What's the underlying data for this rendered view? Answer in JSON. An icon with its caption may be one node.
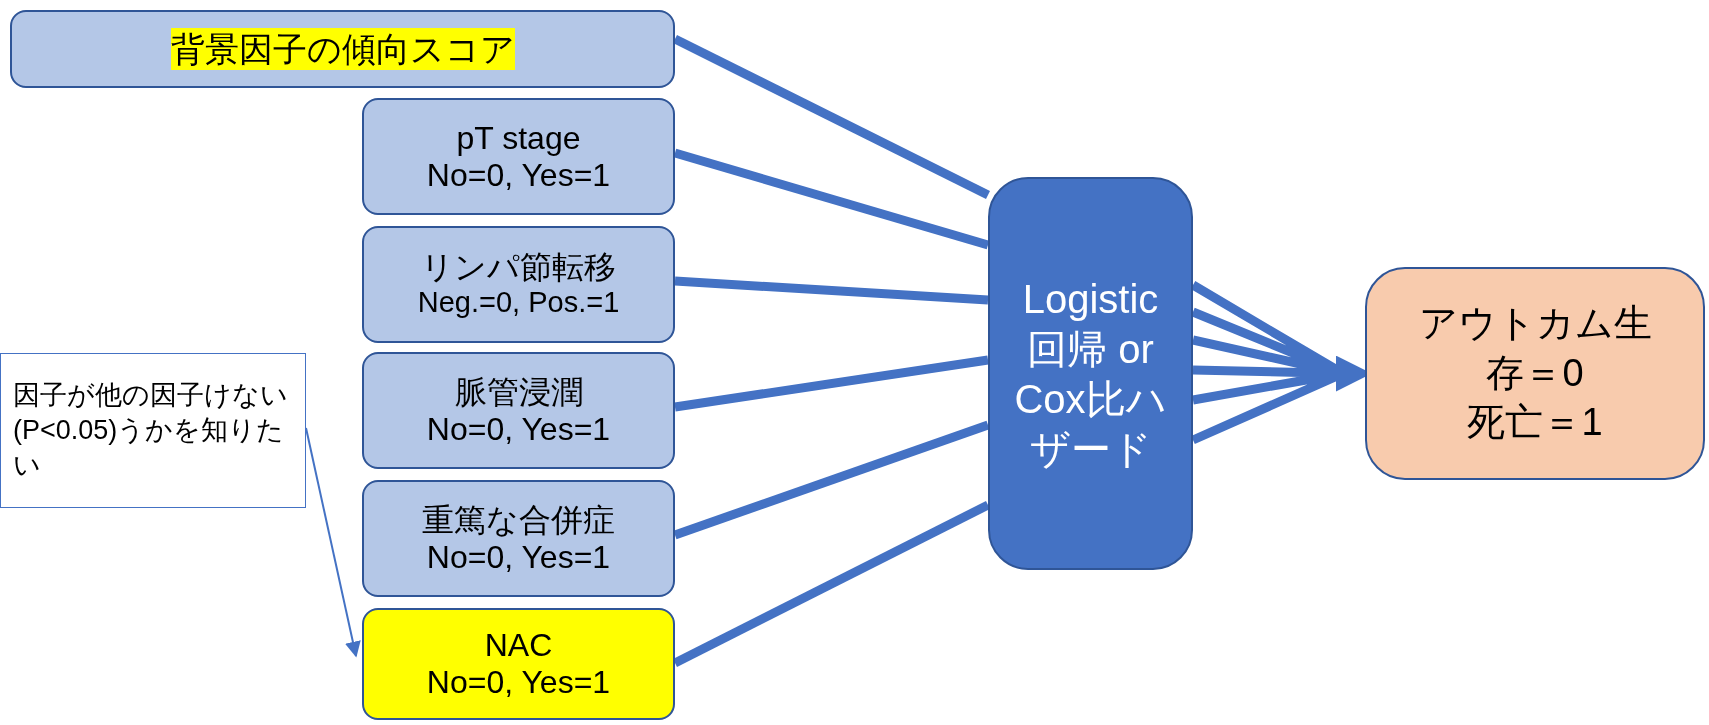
{
  "diagram": {
    "nodes": [
      {
        "text": [
          "背景因子の傾向スコア"
        ]
      },
      {
        "text": [
          "pT stage",
          "No=0, Yes=1"
        ]
      },
      {
        "text": [
          "リンパ節転移",
          "Neg.=0, Pos.=1"
        ]
      },
      {
        "text": [
          "脈管浸潤",
          "No=0, Yes=1"
        ]
      },
      {
        "text": [
          "重篤な合併症",
          "No=0, Yes=1"
        ]
      },
      {
        "text": [
          "NAC",
          "No=0, Yes=1"
        ]
      },
      {
        "text": [
          "Logistic回帰 or Cox比ハザード"
        ]
      },
      {
        "text": [
          "アウトカム生存＝0",
          "死亡＝1"
        ]
      },
      {
        "text": [
          "因子が他の因子けない(P<0.05)うかを知りたい"
        ]
      }
    ],
    "edges": [
      {
        "from": 0,
        "to": 6,
        "arrow": "none"
      },
      {
        "from": 1,
        "to": 6,
        "arrow": "none"
      },
      {
        "from": 2,
        "to": 6,
        "arrow": "none"
      },
      {
        "from": 3,
        "to": 6,
        "arrow": "none"
      },
      {
        "from": 4,
        "to": 6,
        "arrow": "none"
      },
      {
        "from": 5,
        "to": 6,
        "arrow": "none"
      },
      {
        "from": 6,
        "to": 7,
        "arrow": "to"
      },
      {
        "from": 8,
        "to": 5,
        "arrow": "to"
      }
    ]
  }
}
